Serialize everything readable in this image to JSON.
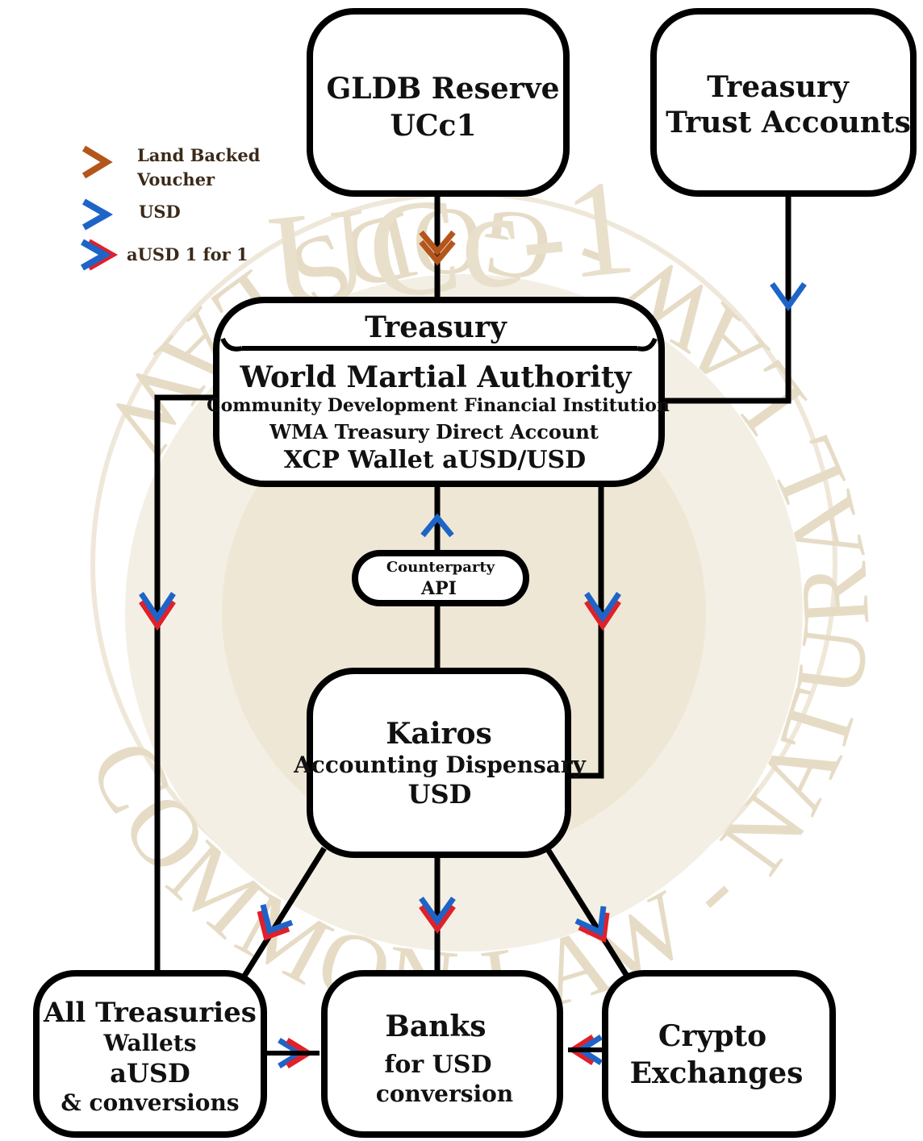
{
  "watermark": {
    "top_text": "UCc-1",
    "ring_text": "COMMON LAW - NATURAL LAW - GODS LAW"
  },
  "legend": {
    "land_backed_voucher_line1": "Land Backed",
    "land_backed_voucher_line2": "Voucher",
    "usd": "USD",
    "ausd": "aUSD 1 for 1"
  },
  "nodes": {
    "gldb": {
      "line1": "GLDB Reserve",
      "line2": "UCc1"
    },
    "trust": {
      "line1": "Treasury",
      "line2": "Trust Accounts"
    },
    "treasury": {
      "header": "Treasury",
      "line1": "World Martial Authority",
      "line2": "Community Development Financial Institution",
      "line3": "WMA Treasury Direct Account",
      "line4": "XCP Wallet  aUSD/USD"
    },
    "api": {
      "line1": "Counterparty",
      "line2": "API"
    },
    "kairos": {
      "line1": "Kairos",
      "line2": "Accounting Dispensary",
      "line3": "USD"
    },
    "all_treasuries": {
      "line1": "All Treasuries",
      "line2": "Wallets",
      "line3": "aUSD",
      "line4": "& conversions"
    },
    "banks": {
      "line1": "Banks",
      "line2": "for USD",
      "line3": "conversion"
    },
    "crypto": {
      "line1": "Crypto",
      "line2": "Exchanges"
    }
  },
  "colors": {
    "land_backed_voucher": "#b4561c",
    "usd": "#1e64c8",
    "ausd_red": "#e0202a",
    "watermark": "#ece4d4"
  }
}
